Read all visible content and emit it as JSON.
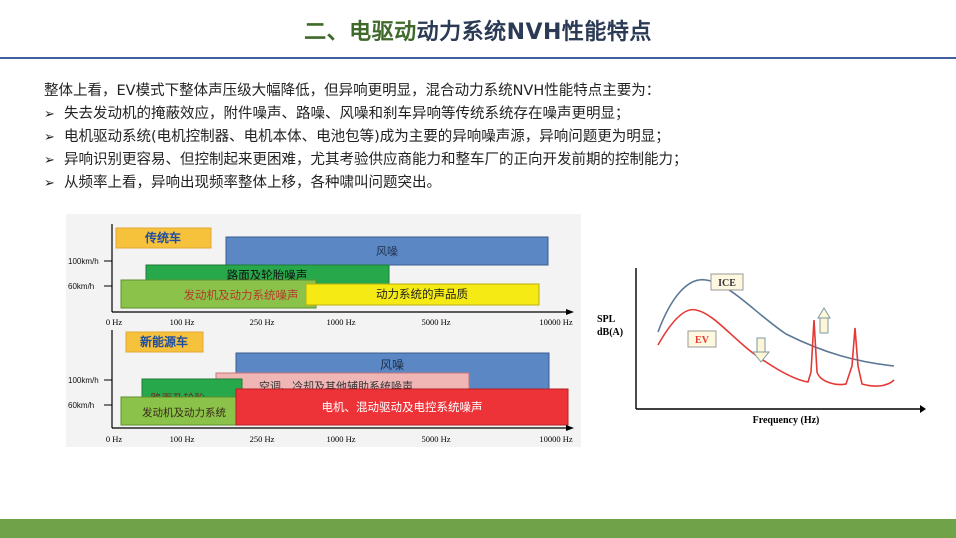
{
  "slide": {
    "title_accent": "二、电驱动",
    "title_rest": "动力系统NVH性能特点",
    "intro": "整体上看，EV模式下整体声压级大幅降低，但异响更明显，混合动力系统NVH性能特点主要为：",
    "bullets": [
      "失去发动机的掩蔽效应，附件噪声、路噪、风噪和刹车异响等传统系统存在噪声更明显；",
      "电机驱动系统(电机控制器、电机本体、电池包等)成为主要的异响噪声源，异响问题更为明显；",
      "异响识别更容易、但控制起来更困难，尤其考验供应商能力和整车厂的正向开发前期的控制能力；",
      "从频率上看，异响出现频率整体上移，各种啸叫问题突出。"
    ],
    "bullet_glyph": "➢",
    "colors": {
      "title": "#2b3a55",
      "accent": "#3f6a2b",
      "rule": "#3f5f9e",
      "footer": "#70a24a"
    }
  },
  "figure_left": {
    "top_panel": {
      "tag": "传统车",
      "y_ticks": [
        "100km/h",
        "60km/h"
      ],
      "x_ticks": [
        "0 Hz",
        "100 Hz",
        "250 Hz",
        "1000 Hz",
        "5000 Hz",
        "10000 Hz"
      ],
      "bars": [
        {
          "label": "风噪",
          "color": "#5b87c5"
        },
        {
          "label": "路面及轮胎噪声",
          "color": "#27a84a"
        },
        {
          "label": "发动机及动力系统噪声",
          "color": "#8bc34a"
        },
        {
          "label": "动力系统的声品质",
          "color": "#f5ea14"
        }
      ]
    },
    "bottom_panel": {
      "tag": "新能源车",
      "y_ticks": [
        "100km/h",
        "60km/h"
      ],
      "x_ticks": [
        "0 Hz",
        "100 Hz",
        "250 Hz",
        "1000 Hz",
        "5000 Hz",
        "10000 Hz"
      ],
      "bars": [
        {
          "label": "风噪",
          "color": "#5b87c5"
        },
        {
          "label": "空调、冷却及其他辅助系统噪声",
          "color": "#f0b6b6"
        },
        {
          "label": "路面及轮胎",
          "color": "#27a84a"
        },
        {
          "label": "发动机及动力系统",
          "color": "#8bc34a"
        },
        {
          "label": "电机、混动驱动及电控系统噪声",
          "color": "#ee3338"
        }
      ]
    }
  },
  "figure_right": {
    "ylabel_1": "SPL",
    "ylabel_2": "dB(A)",
    "xlabel": "Frequency (Hz)",
    "legend_ice": "ICE",
    "legend_ev": "EV",
    "colors": {
      "ice": "#5b7896",
      "ev": "#e53935"
    }
  }
}
